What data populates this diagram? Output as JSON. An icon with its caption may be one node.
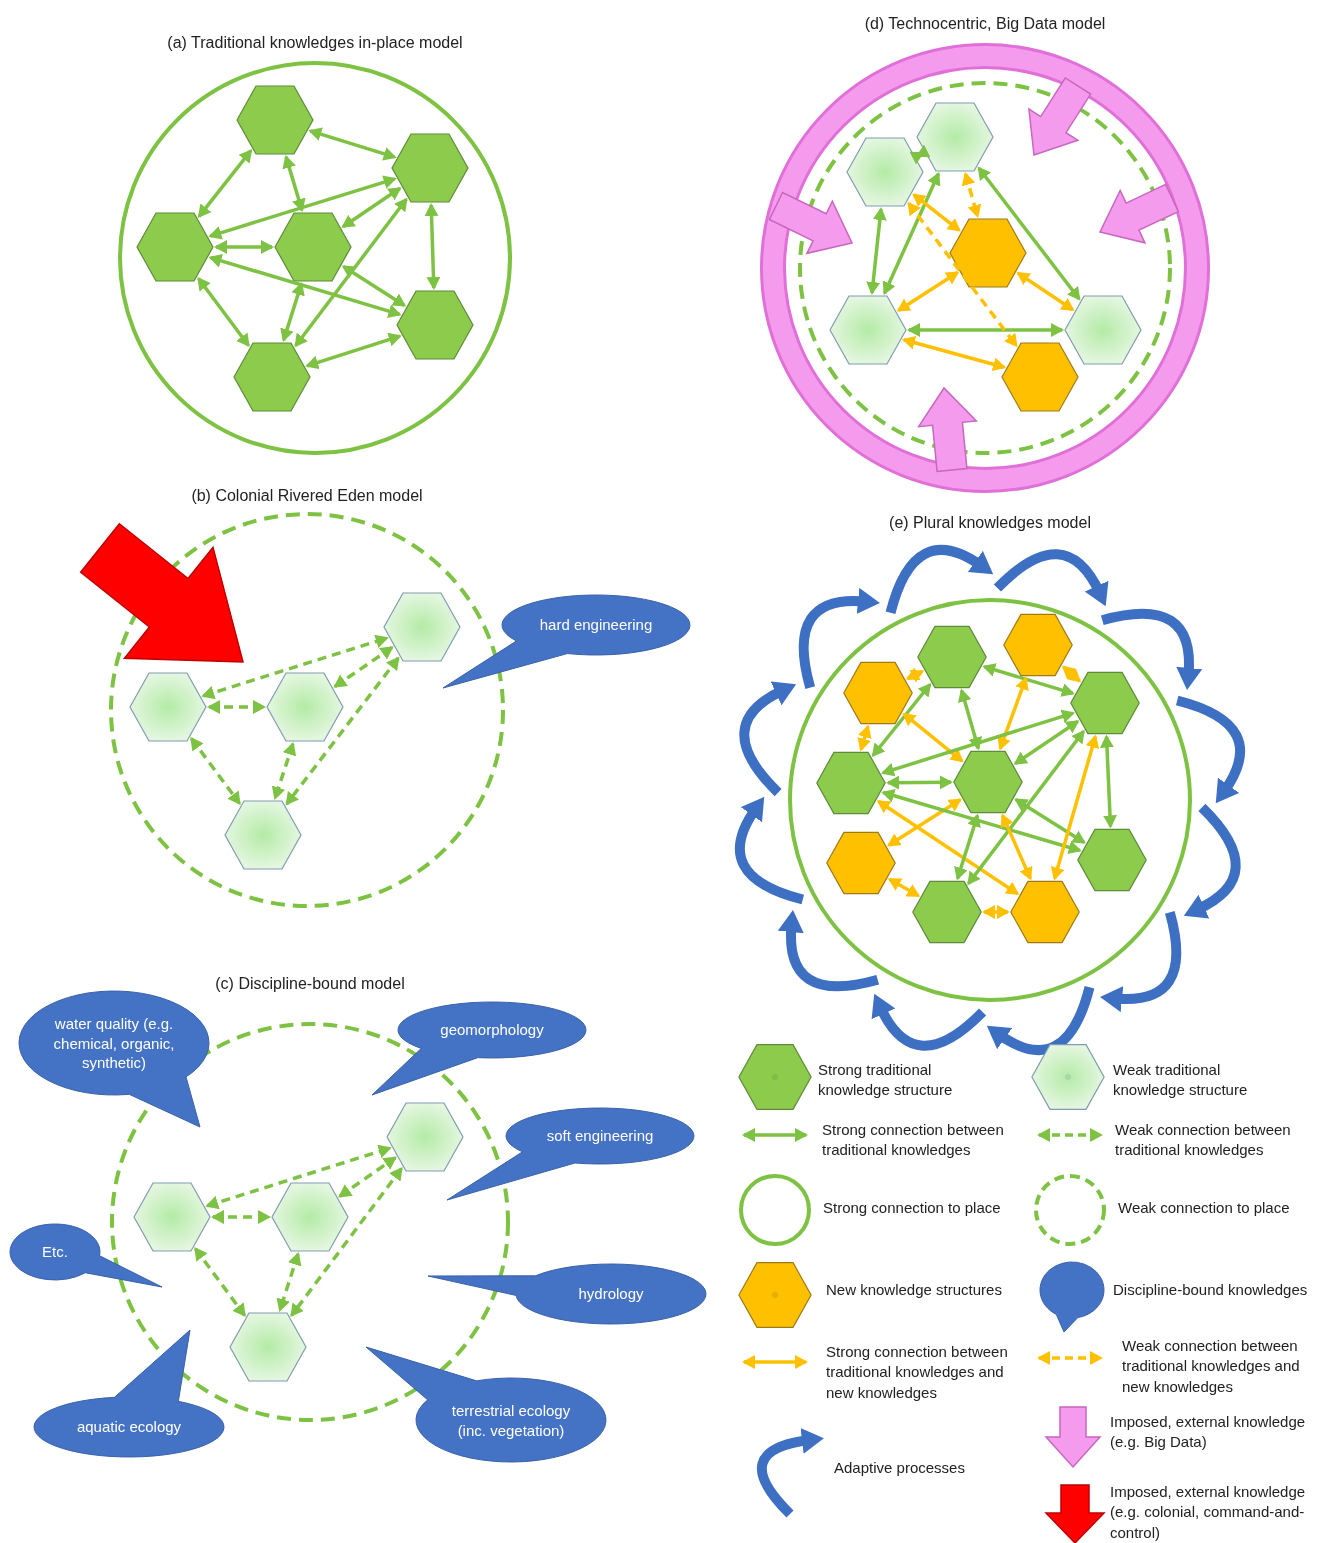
{
  "diagram": {
    "nodes": [
      {
        "text": [
          "(a) Traditional knowledges in-place model"
        ]
      },
      {
        "text": [],
        "shape": "hexagon",
        "in": 0
      },
      {
        "text": [],
        "shape": "hexagon",
        "in": 0
      },
      {
        "text": [],
        "shape": "hexagon",
        "in": 0
      },
      {
        "text": [],
        "shape": "hexagon",
        "in": 0
      },
      {
        "text": [],
        "shape": "hexagon",
        "in": 0
      },
      {
        "text": [],
        "shape": "hexagon",
        "in": 0
      },
      {
        "text": [
          "(b) Colonial Rivered Eden model"
        ]
      },
      {
        "text": [],
        "shape": "hexagon",
        "in": 7
      },
      {
        "text": [],
        "shape": "hexagon",
        "in": 7
      },
      {
        "text": [],
        "shape": "hexagon",
        "in": 7
      },
      {
        "text": [],
        "shape": "hexagon",
        "in": 7
      },
      {
        "text": [
          "hard engineering"
        ]
      },
      {
        "text": [
          "(c) Discipline-bound model"
        ]
      },
      {
        "text": [],
        "shape": "hexagon",
        "in": 13
      },
      {
        "text": [],
        "shape": "hexagon",
        "in": 13
      },
      {
        "text": [],
        "shape": "hexagon",
        "in": 13
      },
      {
        "text": [],
        "shape": "hexagon",
        "in": 13
      },
      {
        "text": [
          "water quality (e.g. chemical, organic, synthetic)"
        ]
      },
      {
        "text": [
          "geomorphology"
        ]
      },
      {
        "text": [
          "soft engineering"
        ]
      },
      {
        "text": [
          "Etc."
        ]
      },
      {
        "text": [
          "hydrology"
        ]
      },
      {
        "text": [
          "aquatic ecology"
        ]
      },
      {
        "text": [
          "terrestrial ecology (inc. vegetation)"
        ]
      },
      {
        "text": [
          "(d) Technocentric, Big Data model"
        ]
      },
      {
        "text": [],
        "shape": "hexagon",
        "in": 25
      },
      {
        "text": [],
        "shape": "hexagon",
        "in": 25
      },
      {
        "text": [],
        "shape": "hexagon",
        "in": 25
      },
      {
        "text": [],
        "shape": "hexagon",
        "in": 25
      },
      {
        "text": [],
        "shape": "hexagon",
        "in": 25
      },
      {
        "text": [],
        "shape": "hexagon",
        "in": 25
      },
      {
        "text": [
          "(e) Plural knowledges model"
        ]
      },
      {
        "text": [],
        "shape": "hexagon",
        "in": 32
      },
      {
        "text": [],
        "shape": "hexagon",
        "in": 32
      },
      {
        "text": [],
        "shape": "hexagon",
        "in": 32
      },
      {
        "text": [],
        "shape": "hexagon",
        "in": 32
      },
      {
        "text": [],
        "shape": "hexagon",
        "in": 32
      },
      {
        "text": [],
        "shape": "hexagon",
        "in": 32
      },
      {
        "text": [],
        "shape": "hexagon",
        "in": 32
      },
      {
        "text": [],
        "shape": "hexagon",
        "in": 32
      },
      {
        "text": [],
        "shape": "hexagon",
        "in": 32
      },
      {
        "text": [],
        "shape": "hexagon",
        "in": 32
      }
    ],
    "edges": [
      {
        "from": 1,
        "to": 2,
        "arrow": "both"
      },
      {
        "from": 1,
        "to": 3,
        "arrow": "both"
      },
      {
        "from": 1,
        "to": 4,
        "arrow": "both"
      },
      {
        "from": 3,
        "to": 2,
        "arrow": "both"
      },
      {
        "from": 4,
        "to": 2,
        "arrow": "both"
      },
      {
        "from": 3,
        "to": 4,
        "arrow": "both"
      },
      {
        "from": 2,
        "to": 5,
        "arrow": "both"
      },
      {
        "from": 3,
        "to": 6,
        "arrow": "both"
      },
      {
        "from": 4,
        "to": 6,
        "arrow": "both"
      },
      {
        "from": 3,
        "to": 5,
        "arrow": "both"
      },
      {
        "from": 4,
        "to": 5,
        "arrow": "both"
      },
      {
        "from": 6,
        "to": 2,
        "arrow": "both"
      },
      {
        "from": 6,
        "to": 5,
        "arrow": "both"
      },
      {
        "from": 9,
        "to": 8,
        "arrow": "both",
        "style": "dashed"
      },
      {
        "from": 9,
        "to": 10,
        "arrow": "both",
        "style": "dashed"
      },
      {
        "from": 10,
        "to": 8,
        "arrow": "both",
        "style": "dashed"
      },
      {
        "from": 9,
        "to": 11,
        "arrow": "both",
        "style": "dashed"
      },
      {
        "from": 10,
        "to": 11,
        "arrow": "both",
        "style": "dashed"
      },
      {
        "from": 8,
        "to": 11,
        "arrow": "both",
        "style": "dashed"
      },
      {
        "from": 15,
        "to": 14,
        "arrow": "both",
        "style": "dashed"
      },
      {
        "from": 15,
        "to": 16,
        "arrow": "both",
        "style": "dashed"
      },
      {
        "from": 16,
        "to": 14,
        "arrow": "both",
        "style": "dashed"
      },
      {
        "from": 15,
        "to": 17,
        "arrow": "both",
        "style": "dashed"
      },
      {
        "from": 16,
        "to": 17,
        "arrow": "both",
        "style": "dashed"
      },
      {
        "from": 14,
        "to": 17,
        "arrow": "both",
        "style": "dashed"
      },
      {
        "from": 27,
        "to": 26,
        "arrow": "both"
      },
      {
        "from": 27,
        "to": 29,
        "arrow": "both"
      },
      {
        "from": 26,
        "to": 29,
        "arrow": "both"
      },
      {
        "from": 26,
        "to": 30,
        "arrow": "both"
      },
      {
        "from": 29,
        "to": 30,
        "arrow": "both"
      },
      {
        "from": 26,
        "to": 28,
        "arrow": "both",
        "style": "dashed",
        "color": "#ffc000"
      },
      {
        "from": 27,
        "to": 28,
        "arrow": "both",
        "color": "#ffc000"
      },
      {
        "from": 27,
        "to": 31,
        "arrow": "both",
        "style": "dashed",
        "color": "#ffc000"
      },
      {
        "from": 29,
        "to": 28,
        "arrow": "both",
        "color": "#ffc000"
      },
      {
        "from": 28,
        "to": 30,
        "arrow": "both",
        "color": "#ffc000"
      },
      {
        "from": 29,
        "to": 31,
        "arrow": "both",
        "color": "#ffc000"
      },
      {
        "from": 35,
        "to": 33,
        "arrow": "both",
        "color": "#ffc000"
      },
      {
        "from": 34,
        "to": 36,
        "arrow": "both",
        "color": "#ffc000"
      },
      {
        "from": 35,
        "to": 37,
        "arrow": "both",
        "color": "#ffc000"
      },
      {
        "from": 33,
        "to": 36,
        "arrow": "both"
      },
      {
        "from": 33,
        "to": 37,
        "arrow": "both"
      },
      {
        "from": 33,
        "to": 38,
        "arrow": "both"
      },
      {
        "from": 34,
        "to": 38,
        "arrow": "both",
        "color": "#ffc000"
      },
      {
        "from": 35,
        "to": 38,
        "arrow": "both",
        "color": "#ffc000"
      },
      {
        "from": 37,
        "to": 36,
        "arrow": "both"
      },
      {
        "from": 38,
        "to": 36,
        "arrow": "both"
      },
      {
        "from": 36,
        "to": 40,
        "arrow": "both"
      },
      {
        "from": 37,
        "to": 38,
        "arrow": "both"
      },
      {
        "from": 37,
        "to": 42,
        "arrow": "both",
        "color": "#ffc000"
      },
      {
        "from": 39,
        "to": 38,
        "arrow": "both",
        "color": "#ffc000"
      },
      {
        "from": 37,
        "to": 40,
        "arrow": "both"
      },
      {
        "from": 38,
        "to": 41,
        "arrow": "both"
      },
      {
        "from": 41,
        "to": 36,
        "arrow": "both"
      },
      {
        "from": 38,
        "to": 40,
        "arrow": "both"
      },
      {
        "from": 38,
        "to": 42,
        "arrow": "both",
        "color": "#ffc000"
      },
      {
        "from": 42,
        "to": 36,
        "arrow": "both",
        "color": "#ffc000"
      },
      {
        "from": 39,
        "to": 41,
        "arrow": "both",
        "color": "#ffc000"
      },
      {
        "from": 41,
        "to": 42,
        "arrow": "both",
        "color": "#ffc000"
      }
    ],
    "legend": [
      {
        "text": "Strong traditional knowledge structure"
      },
      {
        "text": "Weak traditional knowledge structure"
      },
      {
        "text": "Strong connection between traditional knowledges"
      },
      {
        "text": "Weak connection between traditional knowledges"
      },
      {
        "text": "Strong connection to place"
      },
      {
        "text": "Weak connection to place"
      },
      {
        "text": "New knowledge structures"
      },
      {
        "text": "Discipline-bound knowledges"
      },
      {
        "text": "Strong connection between traditional knowledges and new knowledges"
      },
      {
        "text": "Weak connection between traditional knowledges and new knowledges"
      },
      {
        "text": "Adaptive processes"
      },
      {
        "text": "Imposed, external knowledge (e.g. Big Data)"
      },
      {
        "text": "Imposed, external knowledge (e.g. colonial, command-and-control)"
      }
    ]
  }
}
